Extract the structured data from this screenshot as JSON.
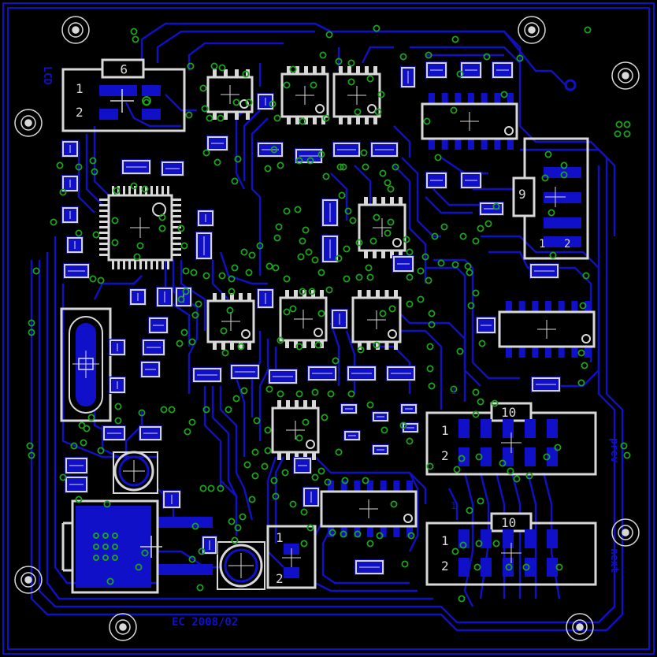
{
  "colors": {
    "background": "#000000",
    "copper": "#1010c8",
    "copper_bright": "#2424ff",
    "silkscreen": "#d8d8d8",
    "via": "#20a020",
    "drill": "#000000"
  },
  "labels": {
    "date_mark": "EC 2008/02",
    "left_connector_name": "LCD",
    "right_connector_top_name": "prev",
    "right_connector_bottom_name": "next",
    "pin_one": "1",
    "pin_two": "2",
    "pin_nine": "9",
    "header_ten_top": "10",
    "header_ten_bottom": "10",
    "small_one_top": "1",
    "small_one_bottom": "1"
  },
  "icons": {
    "mounting_hole": "concentric-circle-icon",
    "via": "ring-icon",
    "crystal": "crystal-oscillator-icon",
    "regulator": "to220-regulator-icon"
  }
}
